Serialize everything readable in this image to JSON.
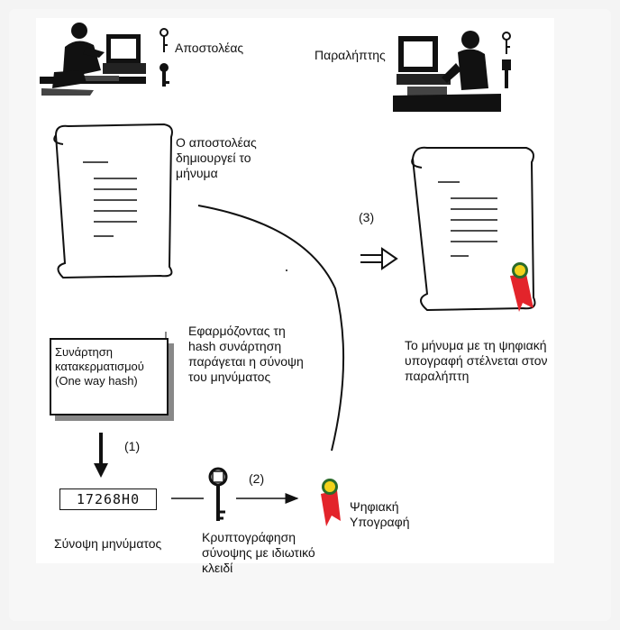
{
  "sender": {
    "label": "Αποστολέας"
  },
  "receiver": {
    "label": "Παραλήπτης"
  },
  "step_create": {
    "text": "Ο αποστολέας δημιουργεί το μήνυμα"
  },
  "step_hash": {
    "text": "Εφαρμόζοντας τη hash συνάρτηση παράγεται η σύνοψη του μηνύματος"
  },
  "hash_box": {
    "text": "Συνάρτηση κατακερματισμού (One way hash)"
  },
  "digest": {
    "value": "17268H0",
    "label": "Σύνοψη μηνύματος"
  },
  "encrypt": {
    "text": "Κρυπτογράφηση σύνοψης με ιδιωτικό κλειδί"
  },
  "signature": {
    "label": "Ψηφιακή Υπογραφή"
  },
  "send": {
    "text": "Το μήνυμα με τη ψηφιακή υπογραφή στέλνεται στον παραλήπτη"
  },
  "steps": {
    "one": "(1)",
    "two": "(2)",
    "three": "(3)"
  },
  "colors": {
    "seal_red": "#e3242b",
    "seal_gold": "#f2d21b",
    "ink": "#111111"
  }
}
